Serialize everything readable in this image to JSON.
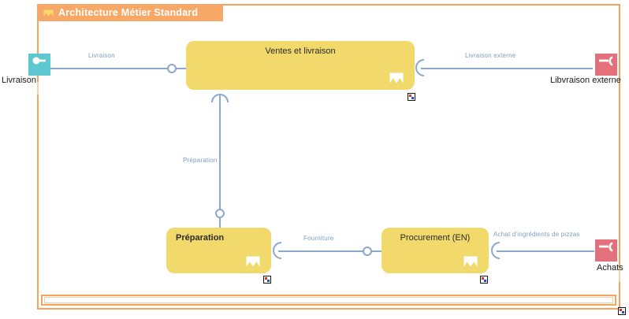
{
  "package": {
    "title": "Architecture Métier Standard",
    "icon": "crown-glyph-icon",
    "border_color": "#f5a35e",
    "title_bar_color": "#f7a866"
  },
  "colors": {
    "component_fill": "#f2d96b",
    "actor_provided": "#5ec8d0",
    "actor_required": "#e3707a",
    "connector": "#8ba7cc",
    "connector_label": "#7e9dc4"
  },
  "components": [
    {
      "id": "ventes",
      "label": "Ventes et livraison",
      "title_align": "center"
    },
    {
      "id": "preparation",
      "label": "Préparation",
      "title_align": "left"
    },
    {
      "id": "procurement",
      "label": "Procurement (EN)",
      "title_align": "center"
    }
  ],
  "actors": [
    {
      "id": "livraison",
      "label": "Livraison",
      "kind": "provided",
      "color": "#5ec8d0"
    },
    {
      "id": "livraison_externe",
      "label": "Libvraison externe",
      "kind": "required",
      "color": "#e3707a"
    },
    {
      "id": "achats",
      "label": "Achats",
      "kind": "required",
      "color": "#e3707a"
    }
  ],
  "connectors": [
    {
      "id": "c1",
      "label": "Livraison",
      "from": "livraison",
      "to": "ventes"
    },
    {
      "id": "c2",
      "label": "Livraison externe",
      "from": "ventes",
      "to": "livraison_externe"
    },
    {
      "id": "c3",
      "label": "Préparation",
      "from": "ventes",
      "to": "preparation"
    },
    {
      "id": "c4",
      "label": "Fourniture",
      "from": "preparation",
      "to": "procurement"
    },
    {
      "id": "c5",
      "label": "Achat d'ingrédients de pizzas",
      "from": "procurement",
      "to": "achats"
    }
  ],
  "badges": [
    {
      "id": "badge-ventes"
    },
    {
      "id": "badge-preparation"
    },
    {
      "id": "badge-procurement"
    },
    {
      "id": "badge-diagram"
    }
  ]
}
